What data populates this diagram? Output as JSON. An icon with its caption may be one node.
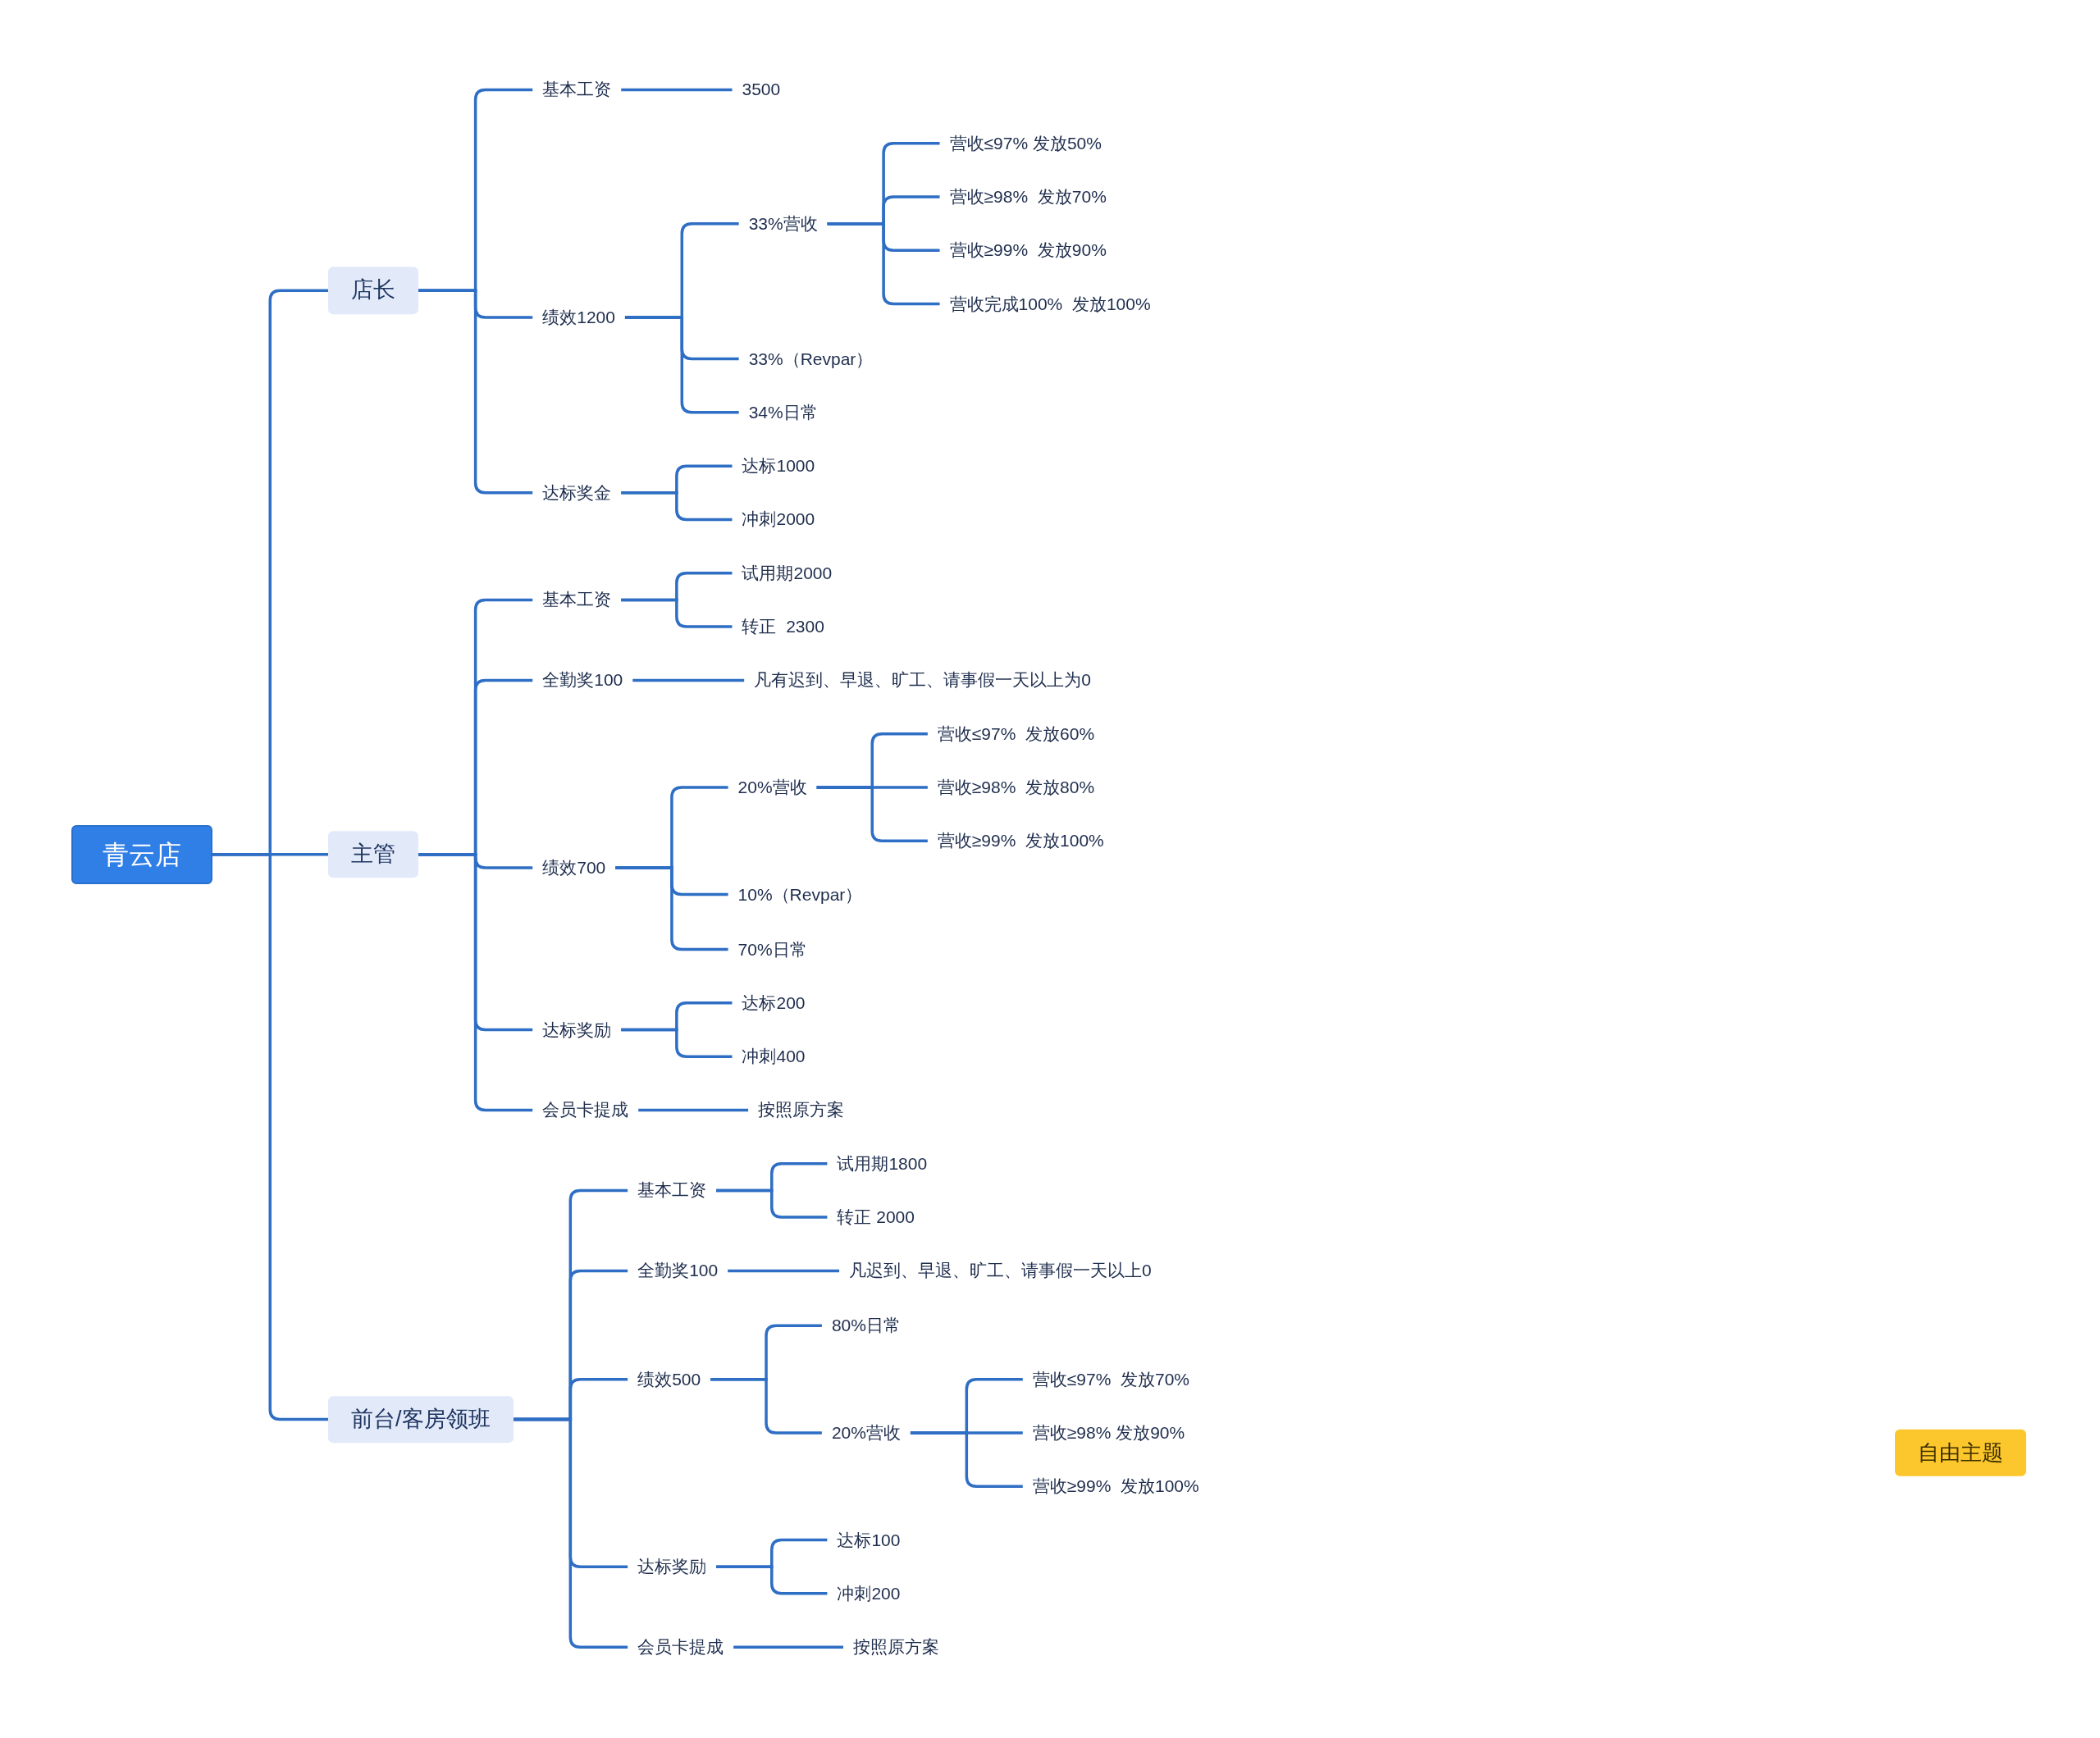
{
  "diagram": {
    "nodes": [
      {
        "text": [
          "青云店"
        ]
      },
      {
        "text": [
          "店长"
        ]
      },
      {
        "text": [
          "基本工资"
        ]
      },
      {
        "text": [
          "3500"
        ]
      },
      {
        "text": [
          "绩效1200"
        ]
      },
      {
        "text": [
          "33%营收"
        ]
      },
      {
        "text": [
          "营收≤97% 发放50%"
        ]
      },
      {
        "text": [
          "营收≥98%  发放70%"
        ]
      },
      {
        "text": [
          "营收≥99%  发放90%"
        ]
      },
      {
        "text": [
          "营收完成100%  发放100%"
        ]
      },
      {
        "text": [
          "33%（Revpar）"
        ]
      },
      {
        "text": [
          "34%日常"
        ]
      },
      {
        "text": [
          "达标奖金"
        ]
      },
      {
        "text": [
          "达标1000"
        ]
      },
      {
        "text": [
          "冲刺2000"
        ]
      },
      {
        "text": [
          "主管"
        ]
      },
      {
        "text": [
          "基本工资"
        ]
      },
      {
        "text": [
          "试用期2000"
        ]
      },
      {
        "text": [
          "转正  2300"
        ]
      },
      {
        "text": [
          "全勤奖100"
        ]
      },
      {
        "text": [
          "凡有迟到、早退、旷工、请事假一天以上为0"
        ]
      },
      {
        "text": [
          "绩效700"
        ]
      },
      {
        "text": [
          "20%营收"
        ]
      },
      {
        "text": [
          "营收≤97%  发放60%"
        ]
      },
      {
        "text": [
          "营收≥98%  发放80%"
        ]
      },
      {
        "text": [
          "营收≥99%  发放100%"
        ]
      },
      {
        "text": [
          "10%（Revpar）"
        ]
      },
      {
        "text": [
          "70%日常"
        ]
      },
      {
        "text": [
          "达标奖励"
        ]
      },
      {
        "text": [
          "达标200"
        ]
      },
      {
        "text": [
          "冲刺400"
        ]
      },
      {
        "text": [
          "会员卡提成"
        ]
      },
      {
        "text": [
          "按照原方案"
        ]
      },
      {
        "text": [
          "前台/客房领班"
        ]
      },
      {
        "text": [
          "基本工资"
        ]
      },
      {
        "text": [
          "试用期1800"
        ]
      },
      {
        "text": [
          "转正 2000"
        ]
      },
      {
        "text": [
          "全勤奖100"
        ]
      },
      {
        "text": [
          "凡迟到、早退、旷工、请事假一天以上0"
        ]
      },
      {
        "text": [
          "绩效500"
        ]
      },
      {
        "text": [
          "80%日常"
        ]
      },
      {
        "text": [
          "20%营收"
        ]
      },
      {
        "text": [
          "营收≤97%  发放70%"
        ]
      },
      {
        "text": [
          "营收≥98% 发放90%"
        ]
      },
      {
        "text": [
          "营收≥99%  发放100%"
        ]
      },
      {
        "text": [
          "达标奖励"
        ]
      },
      {
        "text": [
          "达标100"
        ]
      },
      {
        "text": [
          "冲刺200"
        ]
      },
      {
        "text": [
          "会员卡提成"
        ]
      },
      {
        "text": [
          "按照原方案"
        ]
      },
      {
        "text": [
          "自由主题"
        ]
      }
    ],
    "edges": [
      {
        "from": 0,
        "to": 1,
        "arrow": "none"
      },
      {
        "from": 1,
        "to": 2,
        "arrow": "none"
      },
      {
        "from": 2,
        "to": 3,
        "arrow": "none"
      },
      {
        "from": 1,
        "to": 4,
        "arrow": "none"
      },
      {
        "from": 4,
        "to": 5,
        "arrow": "none"
      },
      {
        "from": 5,
        "to": 6,
        "arrow": "none"
      },
      {
        "from": 5,
        "to": 7,
        "arrow": "none"
      },
      {
        "from": 5,
        "to": 8,
        "arrow": "none"
      },
      {
        "from": 5,
        "to": 9,
        "arrow": "none"
      },
      {
        "from": 4,
        "to": 10,
        "arrow": "none"
      },
      {
        "from": 4,
        "to": 11,
        "arrow": "none"
      },
      {
        "from": 1,
        "to": 12,
        "arrow": "none"
      },
      {
        "from": 12,
        "to": 13,
        "arrow": "none"
      },
      {
        "from": 12,
        "to": 14,
        "arrow": "none"
      },
      {
        "from": 0,
        "to": 15,
        "arrow": "none"
      },
      {
        "from": 15,
        "to": 16,
        "arrow": "none"
      },
      {
        "from": 16,
        "to": 17,
        "arrow": "none"
      },
      {
        "from": 16,
        "to": 18,
        "arrow": "none"
      },
      {
        "from": 15,
        "to": 19,
        "arrow": "none"
      },
      {
        "from": 19,
        "to": 20,
        "arrow": "none"
      },
      {
        "from": 15,
        "to": 21,
        "arrow": "none"
      },
      {
        "from": 21,
        "to": 22,
        "arrow": "none"
      },
      {
        "from": 22,
        "to": 23,
        "arrow": "none"
      },
      {
        "from": 22,
        "to": 24,
        "arrow": "none"
      },
      {
        "from": 22,
        "to": 25,
        "arrow": "none"
      },
      {
        "from": 21,
        "to": 26,
        "arrow": "none"
      },
      {
        "from": 21,
        "to": 27,
        "arrow": "none"
      },
      {
        "from": 15,
        "to": 28,
        "arrow": "none"
      },
      {
        "from": 28,
        "to": 29,
        "arrow": "none"
      },
      {
        "from": 28,
        "to": 30,
        "arrow": "none"
      },
      {
        "from": 15,
        "to": 31,
        "arrow": "none"
      },
      {
        "from": 31,
        "to": 32,
        "arrow": "none"
      },
      {
        "from": 0,
        "to": 33,
        "arrow": "none"
      },
      {
        "from": 33,
        "to": 34,
        "arrow": "none"
      },
      {
        "from": 34,
        "to": 35,
        "arrow": "none"
      },
      {
        "from": 34,
        "to": 36,
        "arrow": "none"
      },
      {
        "from": 33,
        "to": 37,
        "arrow": "none"
      },
      {
        "from": 37,
        "to": 38,
        "arrow": "none"
      },
      {
        "from": 33,
        "to": 39,
        "arrow": "none"
      },
      {
        "from": 39,
        "to": 40,
        "arrow": "none"
      },
      {
        "from": 39,
        "to": 41,
        "arrow": "none"
      },
      {
        "from": 41,
        "to": 42,
        "arrow": "none"
      },
      {
        "from": 41,
        "to": 43,
        "arrow": "none"
      },
      {
        "from": 41,
        "to": 44,
        "arrow": "none"
      },
      {
        "from": 33,
        "to": 45,
        "arrow": "none"
      },
      {
        "from": 45,
        "to": 46,
        "arrow": "none"
      },
      {
        "from": 45,
        "to": 47,
        "arrow": "none"
      },
      {
        "from": 33,
        "to": 48,
        "arrow": "none"
      },
      {
        "from": 48,
        "to": 49,
        "arrow": "none"
      }
    ]
  }
}
